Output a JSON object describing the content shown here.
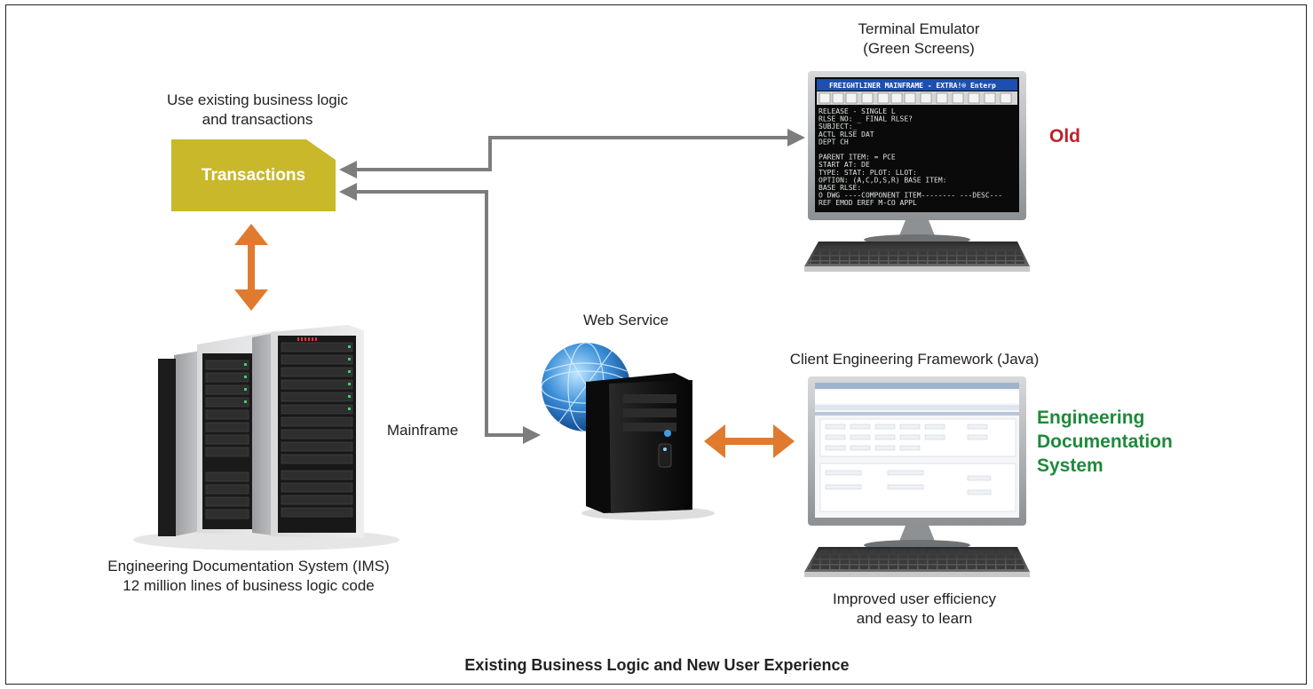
{
  "labels": {
    "business_logic": "Use existing business logic\nand transactions",
    "transactions": "Transactions",
    "terminal_emulator": "Terminal Emulator\n(Green Screens)",
    "old": "Old",
    "web_service": "Web Service",
    "client_framework": "Client Engineering Framework (Java)",
    "eds_new": "Engineering\nDocumentation\nSystem",
    "mainframe": "Mainframe",
    "ims": "Engineering Documentation System (IMS)\n12 million lines of business logic code",
    "efficiency": "Improved user efficiency\nand easy to learn",
    "caption": "Existing Business Logic and New User Experience"
  },
  "terminal_screen": {
    "title": "FREIGHTLINER MAINFRAME - EXTRA!® Enterp",
    "lines": [
      "                   RELEASE - SINGLE L",
      "RLSE NO: _          FINAL RLSE?",
      " SUBJECT:_",
      "                         ACTL RLSE DAT",
      "                              DEPT CH",
      "",
      "PARENT ITEM: =                      PCE",
      " START AT:                           DE",
      " TYPE:    STAT:    PLOT:    LLOT:",
      "OPTION:   (A,C,D,S,R)          BASE ITEM:",
      "                               BASE RLSE:",
      "O DWG ----COMPONENT ITEM-------- ---DESC---",
      "  REF          EMOD EREF M-CO        APPL"
    ]
  },
  "colors": {
    "transactions_box": "#c8b82a",
    "old_label": "#c0202a",
    "eds_label": "#1e8a3a",
    "double_arrow": "#e07a2e",
    "connector": "#7d7d7d"
  }
}
